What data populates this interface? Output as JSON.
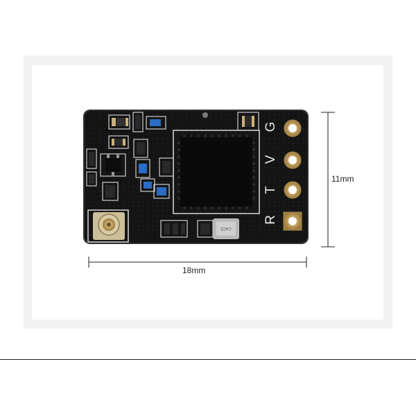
{
  "dimensions": {
    "width_label": "18mm",
    "height_label": "11mm"
  },
  "pcb": {
    "pin_labels": [
      "G",
      "V",
      "T",
      "R"
    ],
    "crystal_marking": "C4C5",
    "colors": {
      "board": "#141414",
      "silkscreen": "#e0e0e0",
      "pad_gold": "#c8a766",
      "component_blue": "#2b6cc4"
    }
  }
}
